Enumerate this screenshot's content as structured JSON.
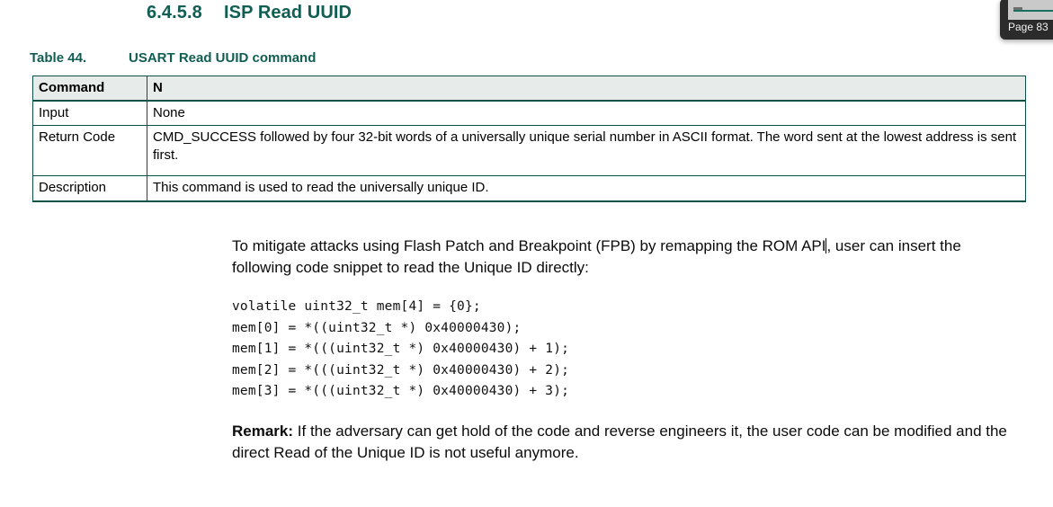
{
  "heading": {
    "number": "6.4.5.8",
    "title": "ISP Read UUID"
  },
  "table_caption": {
    "number": "Table 44.",
    "title": "USART Read UUID command"
  },
  "table": {
    "header": {
      "label": "Command",
      "value": "N"
    },
    "rows": [
      {
        "label": "Input",
        "value": "None"
      },
      {
        "label": "Return Code",
        "value": "CMD_SUCCESS followed by four 32-bit words of a universally unique serial number in ASCII format. The word sent at the lowest address is sent first."
      },
      {
        "label": "Description",
        "value": "This command is used to read the universally unique ID."
      }
    ]
  },
  "body": {
    "intro_paragraph_before_caret": "To mitigate attacks using Flash Patch and Breakpoint (FPB) by remapping the ROM API",
    "intro_paragraph_after_caret": ", user can insert the following code snippet to read the Unique ID directly:",
    "code_lines": [
      "volatile uint32_t mem[4] = {0};",
      "mem[0] = *((uint32_t *) 0x40000430);",
      "mem[1] = *(((uint32_t *) 0x40000430) + 1);",
      "mem[2] = *(((uint32_t *) 0x40000430) + 2);",
      "mem[3] = *(((uint32_t *) 0x40000430) + 3);"
    ],
    "remark_label": "Remark:",
    "remark_text": " If the adversary can get hold of the code and reverse engineers it, the user code can be modified and the direct Read of the Unique ID is not useful anymore."
  },
  "page_tooltip": {
    "label": "Page 83"
  },
  "colors": {
    "heading_teal": "#0f5d53",
    "table_border": "#0d5248",
    "header_fill": "#e7ecea",
    "tooltip_bg": "#2b2b2b"
  }
}
